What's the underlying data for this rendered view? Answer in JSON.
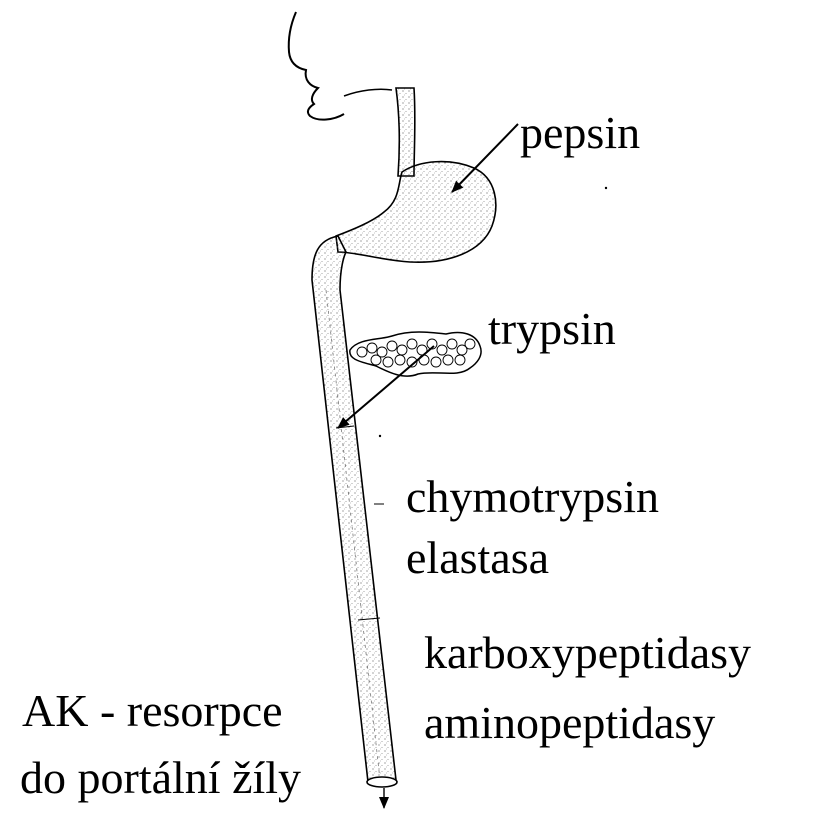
{
  "colors": {
    "ink": "#000000",
    "background": "#ffffff",
    "stipple": "#555555"
  },
  "labels": {
    "pepsin": "pepsin",
    "trypsin": "trypsin",
    "chymotrypsin": "chymotrypsin",
    "elastasa": "elastasa",
    "karboxypeptidasy": "karboxypeptidasy",
    "aminopeptidasy": "aminopeptidasy",
    "ak_line1": "AK - resorpce",
    "ak_line2": "do portální žíly"
  }
}
